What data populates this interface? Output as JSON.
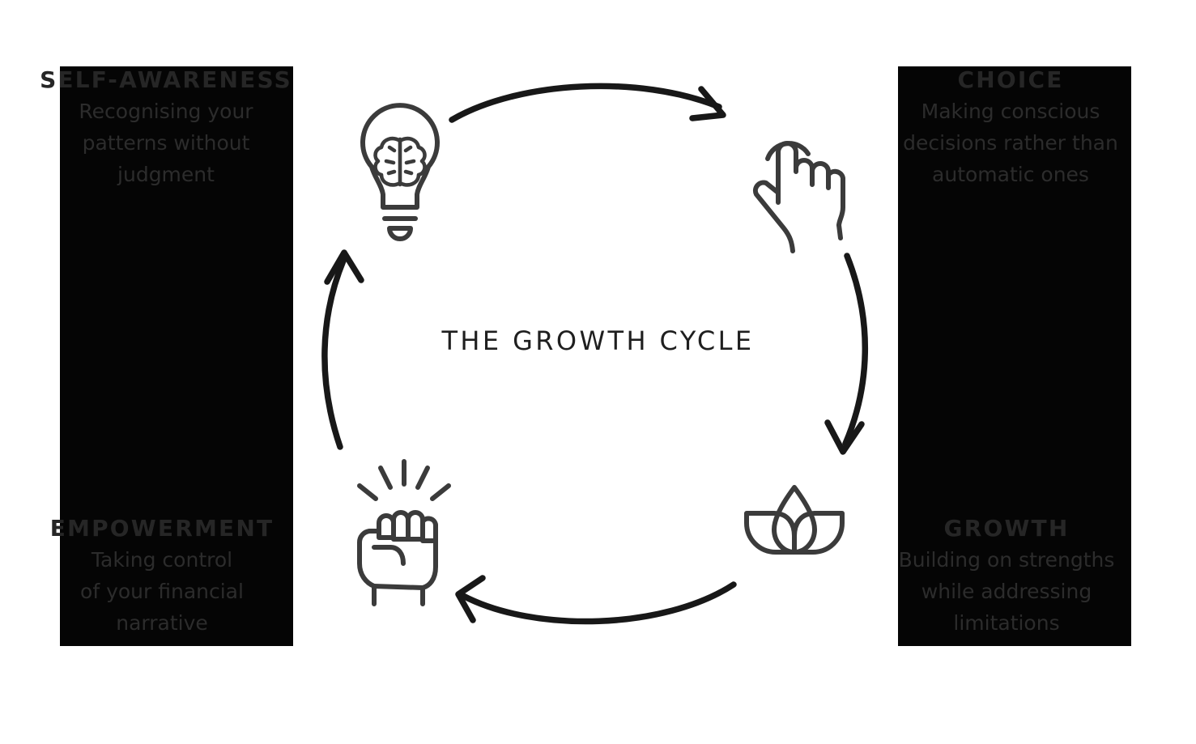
{
  "diagram": {
    "center_label": "THE GROWTH CYCLE",
    "background_color": "#ffffff",
    "block_color": "#050505",
    "ink_color": "#181818",
    "icon_color": "#3b3b3b"
  },
  "stages": [
    {
      "id": "self-awareness",
      "title": "SELF-AWARENESS",
      "description_lines": [
        "Recognising your",
        "patterns without",
        "judgment"
      ],
      "icon": "lightbulb-brain-icon",
      "position": "top-left"
    },
    {
      "id": "choice",
      "title": "CHOICE",
      "description_lines": [
        "Making conscious",
        "decisions rather than",
        "automatic ones"
      ],
      "icon": "hand-tap-icon",
      "position": "top-right"
    },
    {
      "id": "growth",
      "title": "GROWTH",
      "description_lines": [
        "Building on strengths",
        "while addressing",
        "limitations"
      ],
      "icon": "lotus-flower-icon",
      "position": "bottom-right"
    },
    {
      "id": "empowerment",
      "title": "EMPOWERMENT",
      "description_lines": [
        "Taking control",
        "of your financial",
        "narrative"
      ],
      "icon": "raised-fist-icon",
      "position": "bottom-left"
    }
  ],
  "arrows": [
    {
      "id": "arrow-top",
      "from": "self-awareness",
      "to": "choice",
      "direction": "clockwise"
    },
    {
      "id": "arrow-right",
      "from": "choice",
      "to": "growth",
      "direction": "clockwise"
    },
    {
      "id": "arrow-bottom",
      "from": "growth",
      "to": "empowerment",
      "direction": "clockwise"
    },
    {
      "id": "arrow-left",
      "from": "empowerment",
      "to": "self-awareness",
      "direction": "clockwise"
    }
  ]
}
